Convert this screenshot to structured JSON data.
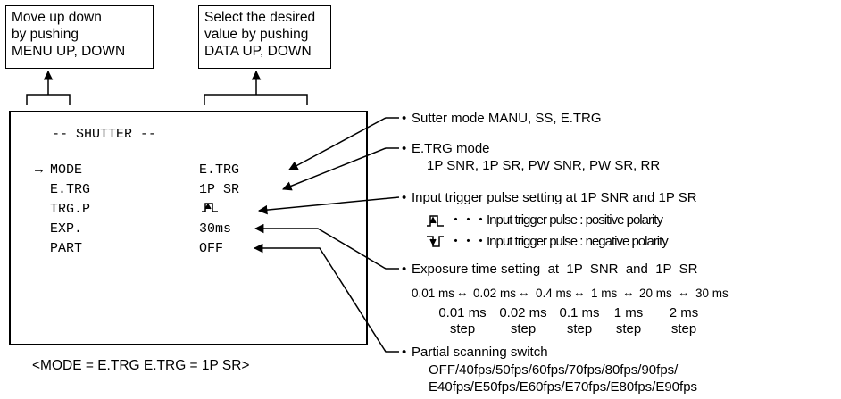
{
  "callouts": {
    "menu_lines": [
      "Move up down",
      "by pushing",
      "MENU UP, DOWN"
    ],
    "data_lines": [
      "Select the desired",
      "value by pushing",
      "DATA UP, DOWN"
    ]
  },
  "screen": {
    "title": "-- SHUTTER --",
    "cursor": "→",
    "rows": [
      {
        "label": "MODE",
        "value": "E.TRG"
      },
      {
        "label": "E.TRG",
        "value": "1P SR"
      },
      {
        "label": "TRG.P",
        "value": ""
      },
      {
        "label": "EXP.",
        "value": "30ms"
      },
      {
        "label": "PART",
        "value": "OFF"
      }
    ]
  },
  "caption": "<MODE = E.TRG   E.TRG = 1P SR>",
  "notes": {
    "bullet": "•",
    "shutter": "Sutter mode   MANU, SS, E.TRG",
    "etrg_title": "E.TRG mode",
    "etrg_values": "1P SNR, 1P SR, PW SNR, PW SR, RR",
    "trigger_title": "Input trigger pulse setting at 1P SNR and 1P SR",
    "trigger_positive": "・・・Input trigger pulse : positive polarity",
    "trigger_negative": "・・・Input trigger pulse : negative polarity",
    "exposure_title": "Exposure time setting  at  1P  SNR  and  1P  SR",
    "exposure_ranges": [
      "0.01 ms",
      "0.02 ms",
      "0.4 ms",
      "1 ms",
      "20 ms",
      "30 ms"
    ],
    "range_arrow": "↔",
    "exposure_steps": [
      {
        "value": "0.01 ms",
        "unit": "step"
      },
      {
        "value": "0.02 ms",
        "unit": "step"
      },
      {
        "value": "0.1 ms",
        "unit": "step"
      },
      {
        "value": "1 ms",
        "unit": "step"
      },
      {
        "value": "2 ms",
        "unit": "step"
      }
    ],
    "partial_title": "Partial scanning switch",
    "partial_line1": "OFF/40fps/50fps/60fps/70fps/80fps/90fps/",
    "partial_line2": "E40fps/E50fps/E60fps/E70fps/E80fps/E90fps"
  },
  "icons": {
    "positive_pulse": "positive-pulse-icon",
    "negative_pulse": "negative-pulse-icon"
  }
}
